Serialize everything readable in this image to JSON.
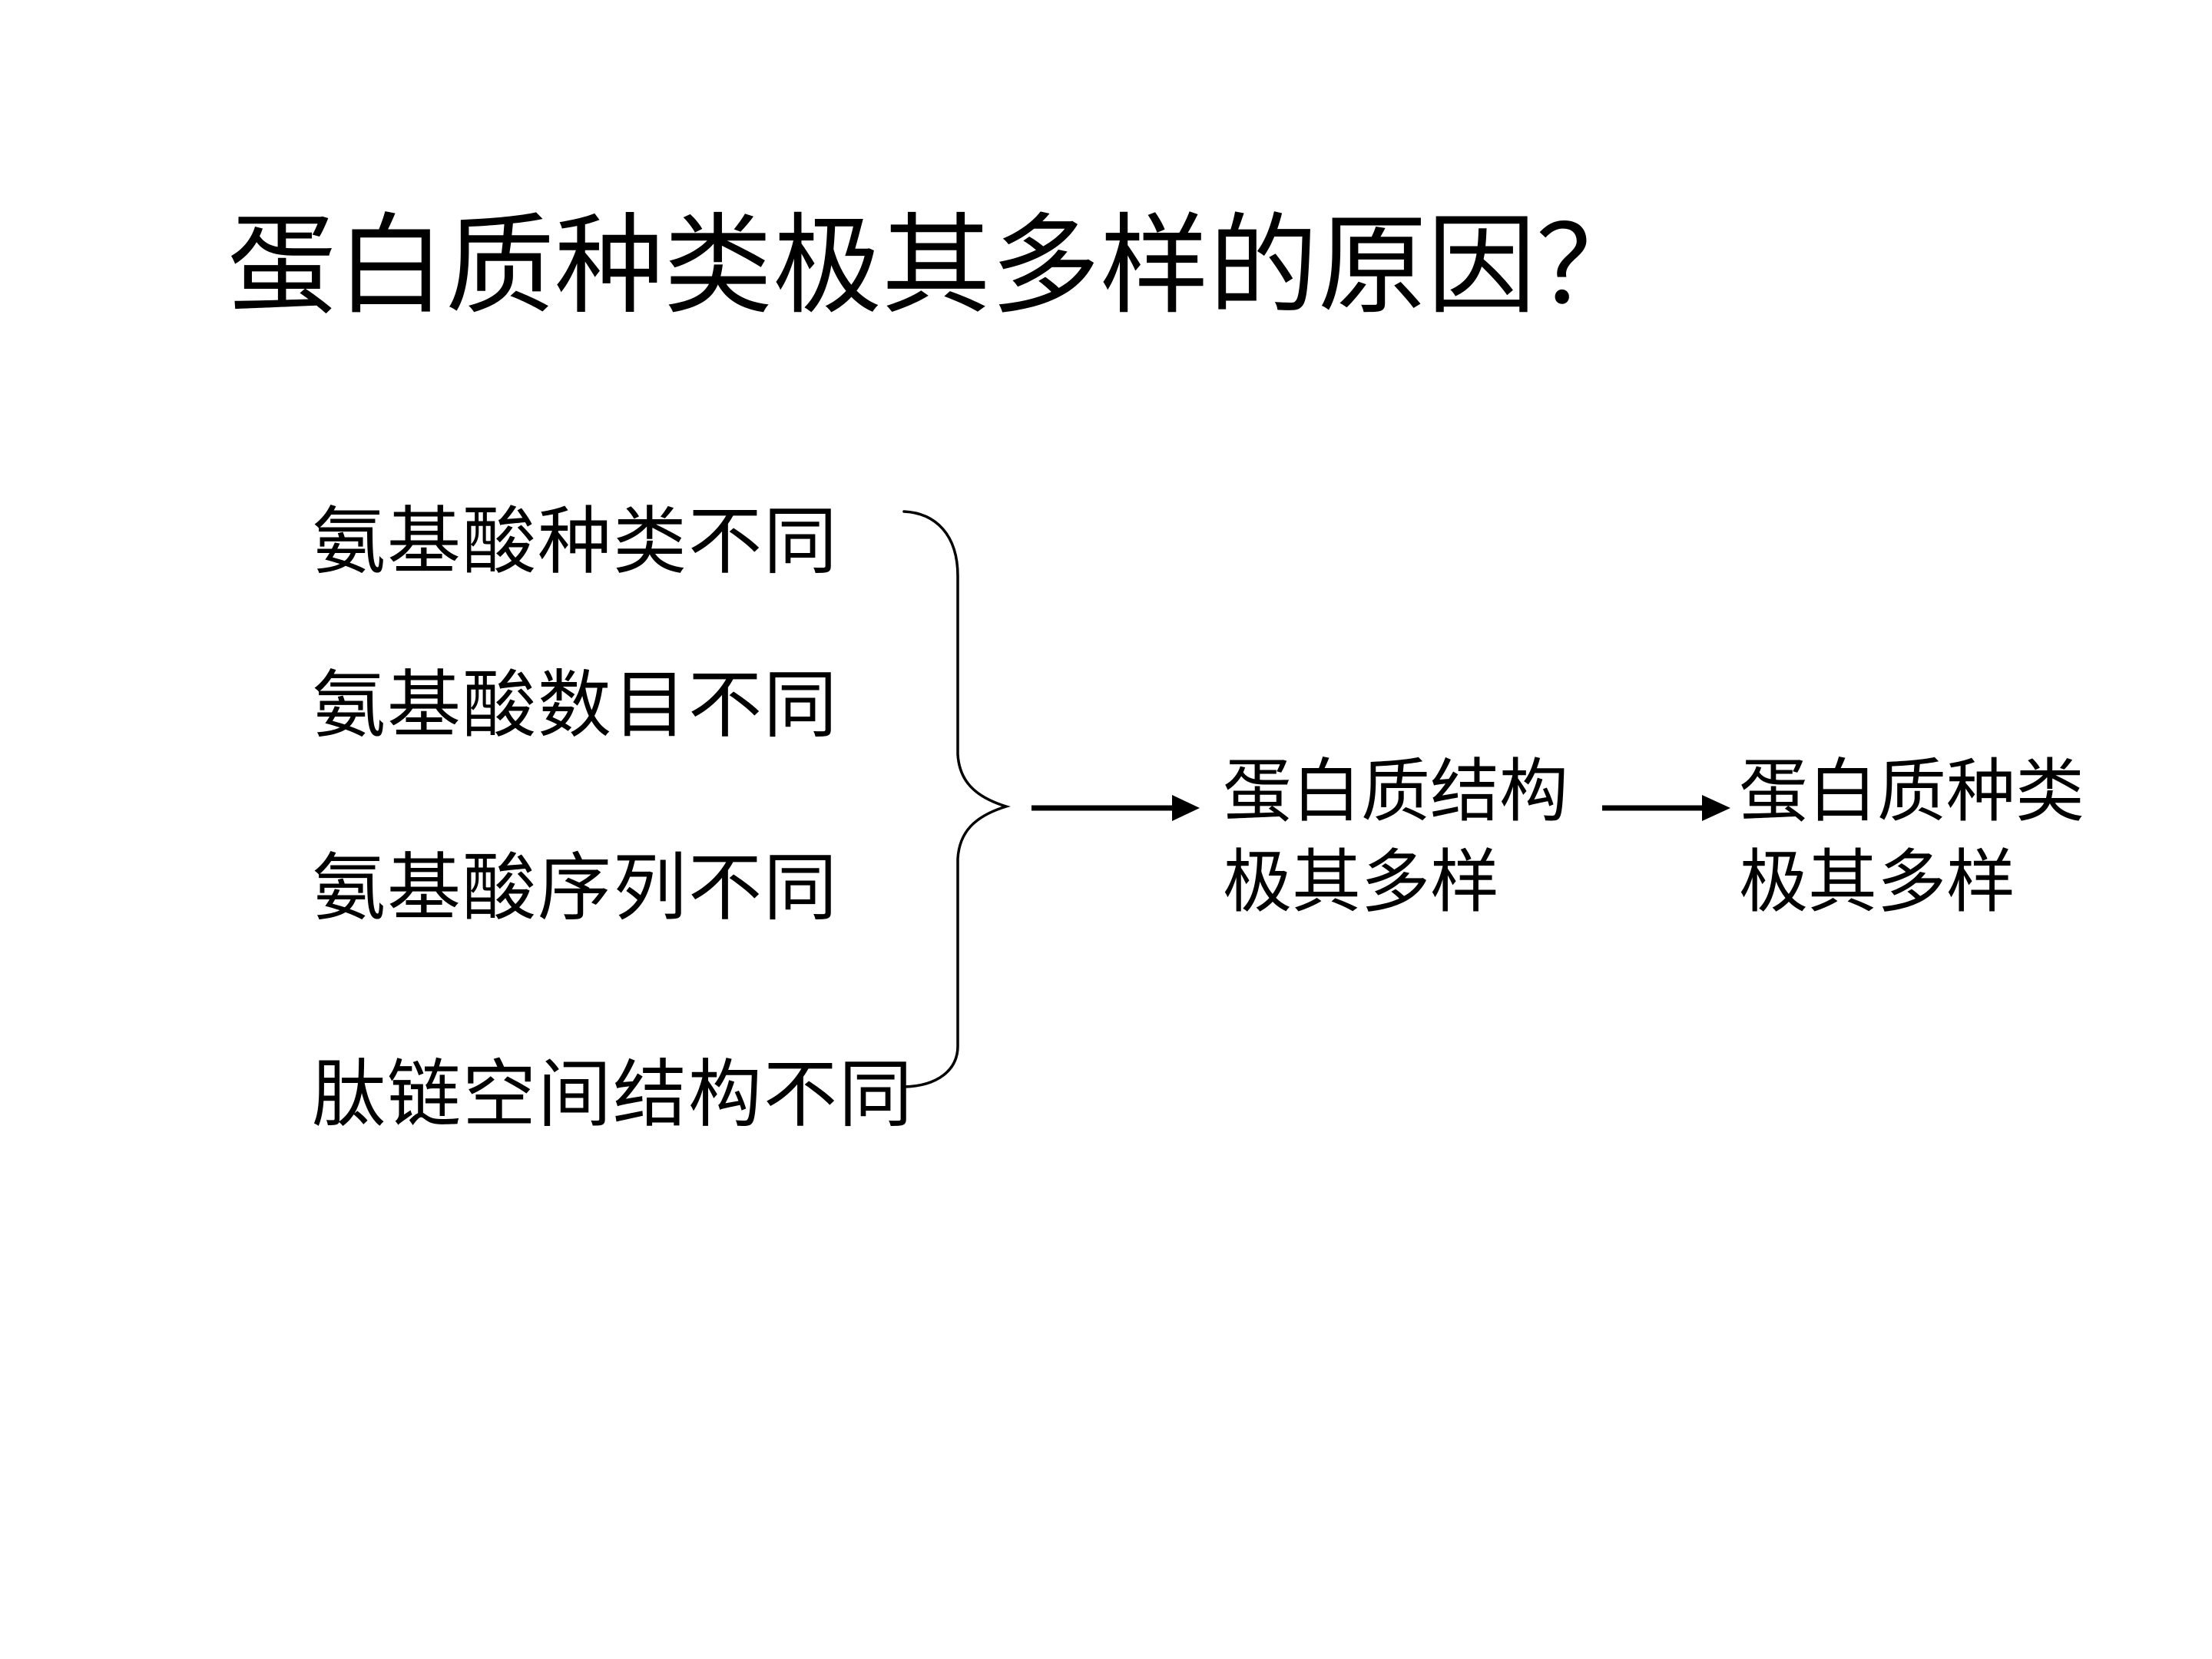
{
  "slide": {
    "title": "蛋白质种类极其多样的原因？",
    "causes": [
      "氨基酸种类不同",
      "氨基酸数目不同",
      "氨基酸序列不同",
      "肽链空间结构不同"
    ],
    "results": [
      {
        "line1": "蛋白质结构",
        "line2": "极其多样"
      },
      {
        "line1": "蛋白质种类",
        "line2": "极其多样"
      }
    ],
    "connectors": {
      "brace": "right-curly-brace-grouping-causes",
      "arrow1": "causes-to-structure-arrow",
      "arrow2": "structure-to-species-arrow"
    },
    "colors": {
      "text": "#000000",
      "background": "#ffffff"
    }
  }
}
